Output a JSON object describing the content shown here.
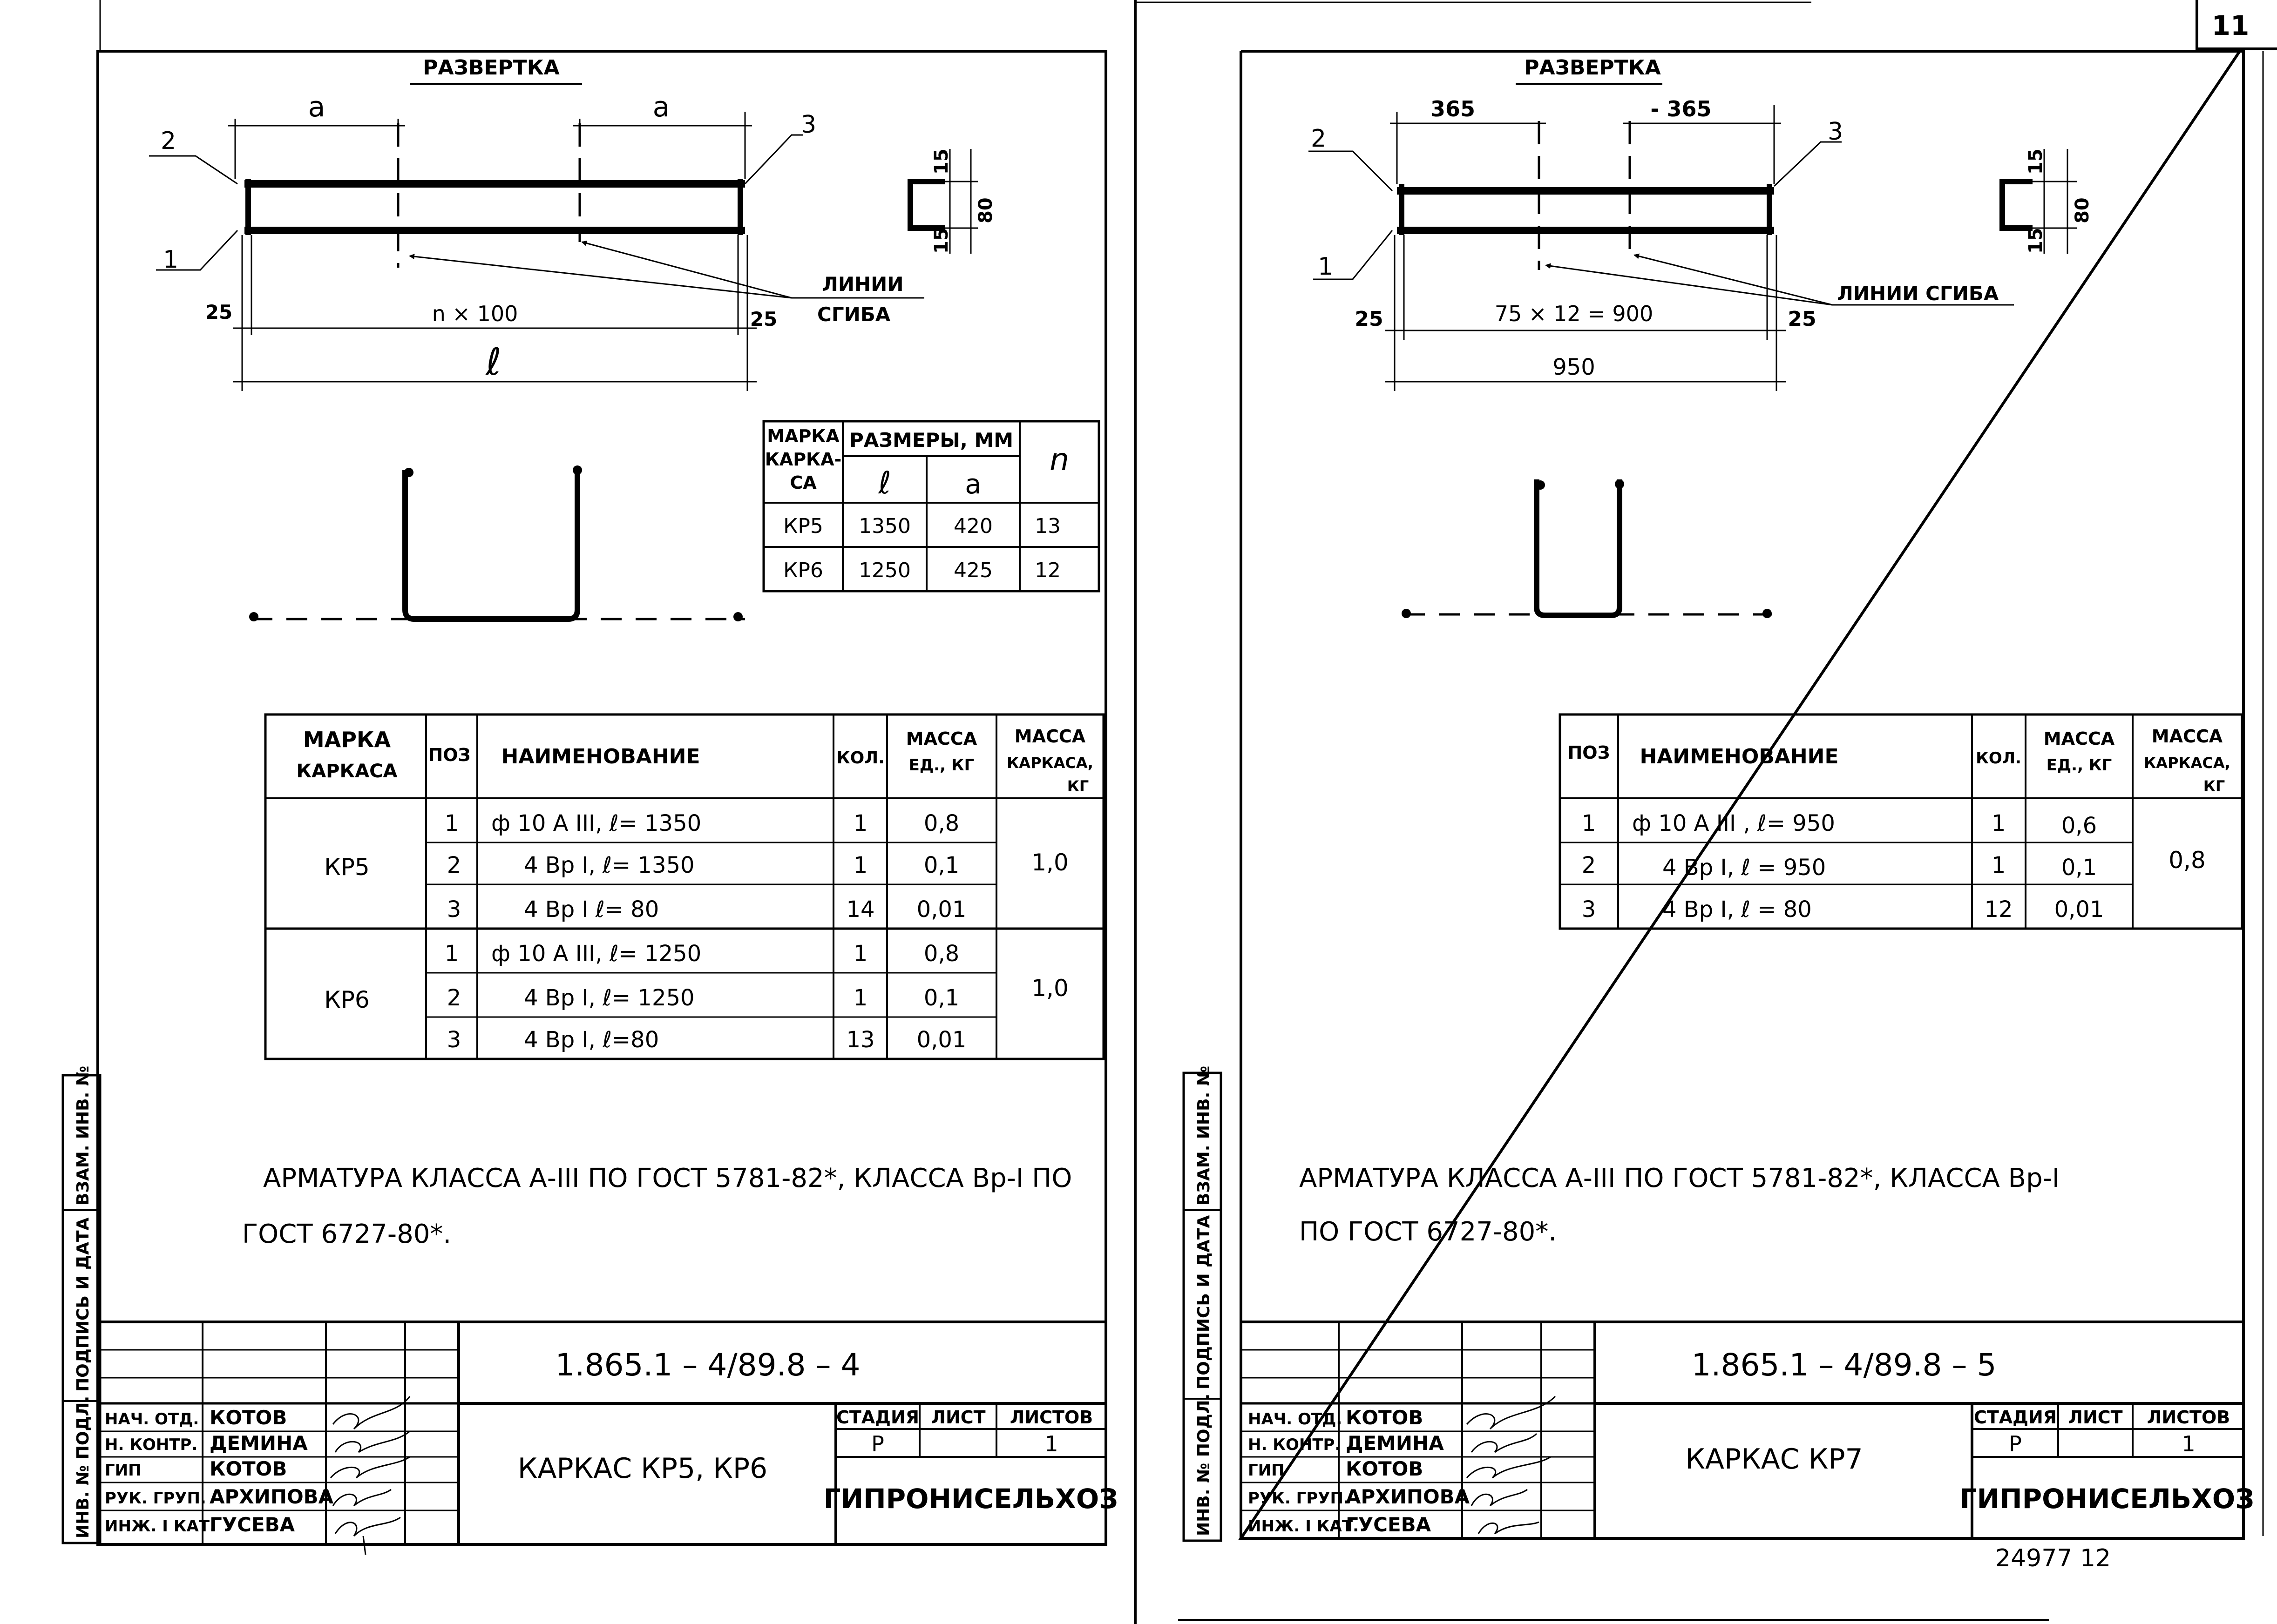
{
  "page_number": "11",
  "archive_number": "24977 12",
  "left": {
    "razvertka": "РАЗВЕРТКА",
    "dim_a1": "a",
    "dim_a2": "a",
    "pos2": "2",
    "pos3": "3",
    "pos1": "1",
    "dim_25_left": "25",
    "dim_25_right": "25",
    "dim_middle": "n × 100",
    "dim_total": "ℓ",
    "bend_lines": "ЛИНИИ\nСГИБА",
    "bend_lines_1": "ЛИНИИ",
    "bend_lines_2": "СГИБА",
    "sec_15_top": "15",
    "sec_80": "80",
    "sec_15_bot": "15",
    "dims_table": {
      "h_mark": [
        "МАРКА",
        "КАРКА-",
        "СА"
      ],
      "h_sizes": "РАЗМЕРЫ, ММ",
      "h_l": "ℓ",
      "h_a": "a",
      "h_n": "n",
      "rows": [
        {
          "mark": "КР5",
          "l": "1350",
          "a": "420",
          "n": "13"
        },
        {
          "mark": "КР6",
          "l": "1250",
          "a": "425",
          "n": "12"
        }
      ]
    },
    "spec": {
      "h_mark": [
        "МАРКА",
        "КАРКАСА"
      ],
      "h_pos": "ПОЗ",
      "h_name": "НАИМЕНОВАНИЕ",
      "h_qty": "КОЛ.",
      "h_mass_unit": [
        "МАССА",
        "ЕД., КГ"
      ],
      "h_mass_frame": [
        "МАССА",
        "КАРКАСА,",
        "КГ"
      ],
      "groups": [
        {
          "mark": "КР5",
          "total": "1,0",
          "rows": [
            {
              "pos": "1",
              "name": "ф 10 А III,   ℓ= 1350",
              "qty": "1",
              "mass": "0,8"
            },
            {
              "pos": "2",
              "name": "4 Вр I,   ℓ= 1350",
              "qty": "1",
              "mass": "0,1"
            },
            {
              "pos": "3",
              "name": "4 Вр I    ℓ= 80",
              "qty": "14",
              "mass": "0,01"
            }
          ]
        },
        {
          "mark": "КР6",
          "total": "1,0",
          "rows": [
            {
              "pos": "1",
              "name": "ф 10 А III,   ℓ= 1250",
              "qty": "1",
              "mass": "0,8"
            },
            {
              "pos": "2",
              "name": "4 Вр I,   ℓ= 1250",
              "qty": "1",
              "mass": "0,1"
            },
            {
              "pos": "3",
              "name": "4 Вр I,   ℓ=80",
              "qty": "13",
              "mass": "0,01"
            }
          ]
        }
      ]
    },
    "note_line1": "АРМАТУРА  КЛАССА  А-III  ПО ГОСТ 5781-82*,  КЛАССА  Вр-I ПО",
    "note_line2": "ГОСТ  6727-80*.",
    "side_labels": [
      "ВЗАМ. ИНВ. №",
      "ПОДПИСЬ И ДАТА",
      "ИНВ. № ПОДЛ."
    ],
    "doc_code": "1.865.1 – 4/89.8 – 4",
    "title": "КАРКАС  КР5, КР6",
    "stage_h": "СТАДИЯ",
    "sheet_h": "ЛИСТ",
    "sheets_h": "ЛИСТОВ",
    "stage": "Р",
    "sheets": "1",
    "org": "ГИПРОНИСЕЛЬХОЗ",
    "people": [
      {
        "role": "НАЧ. ОТД.",
        "name": "КОТОВ"
      },
      {
        "role": "Н. КОНТР.",
        "name": "ДЕМИНА"
      },
      {
        "role": "ГИП",
        "name": "КОТОВ"
      },
      {
        "role": "РУК. ГРУП.",
        "name": "АРХИПОВА"
      },
      {
        "role": "ИНЖ. I КАТ.",
        "name": "ГУСЕВА"
      }
    ]
  },
  "right": {
    "razvertka": "РАЗВЕРТКА",
    "dim_365_1": "365",
    "dim_365_2": "- 365",
    "pos2": "2",
    "pos3": "3",
    "pos1": "1",
    "dim_25_left": "25",
    "dim_25_right": "25",
    "dim_middle": "75 × 12 = 900",
    "dim_total": "950",
    "bend_lines": "ЛИНИИ СГИБА",
    "sec_15_top": "15",
    "sec_80": "80",
    "sec_15_bot": "15",
    "spec": {
      "h_pos": "ПОЗ",
      "h_name": "НАИМЕНОВАНИЕ",
      "h_qty": "КОЛ.",
      "h_mass_unit": [
        "МАССА",
        "ЕД., КГ"
      ],
      "h_mass_frame": [
        "МАССА",
        "КАРКАСА,",
        "КГ"
      ],
      "total": "0,8",
      "rows": [
        {
          "pos": "1",
          "name": "ф 10 А III ,  ℓ= 950",
          "qty": "1",
          "mass": "0,6"
        },
        {
          "pos": "2",
          "name": "4 Вр I,   ℓ = 950",
          "qty": "1",
          "mass": "0,1"
        },
        {
          "pos": "3",
          "name": "4 Вр I,   ℓ = 80",
          "qty": "12",
          "mass": "0,01"
        }
      ]
    },
    "note_line1": "АРМАТУРА  КЛАССА  А-III ПО ГОСТ 5781-82*,  КЛАССА  Вр-I",
    "note_line2": "ПО  ГОСТ  6727-80*.",
    "side_labels": [
      "ВЗАМ. ИНВ. №",
      "ПОДПИСЬ И ДАТА",
      "ИНВ. № ПОДЛ."
    ],
    "doc_code": "1.865.1 – 4/89.8 – 5",
    "title": "КАРКАС  КР7",
    "stage_h": "СТАДИЯ",
    "sheet_h": "ЛИСТ",
    "sheets_h": "ЛИСТОВ",
    "stage": "Р",
    "sheets": "1",
    "org": "ГИПРОНИСЕЛЬХОЗ",
    "people": [
      {
        "role": "НАЧ. ОТД.",
        "name": "КОТОВ"
      },
      {
        "role": "Н. КОНТР.",
        "name": "ДЕМИНА"
      },
      {
        "role": "ГИП",
        "name": "КОТОВ"
      },
      {
        "role": "РУК. ГРУП.",
        "name": "АРХИПОВА"
      },
      {
        "role": "ИНЖ. I КАТ.",
        "name": "ГУСЕВА"
      }
    ]
  }
}
